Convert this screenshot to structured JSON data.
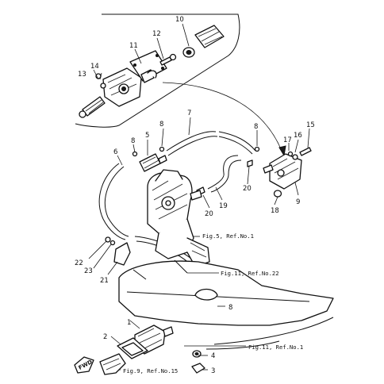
{
  "part_numbers": [
    "1",
    "2",
    "3",
    "4",
    "5",
    "6",
    "7",
    "8",
    "8",
    "8",
    "9",
    "10",
    "11",
    "12",
    "13",
    "14",
    "15",
    "16",
    "17",
    "18",
    "19",
    "20",
    "20",
    "21",
    "22",
    "23"
  ],
  "references": [
    "Fig.5, Ref.No.1",
    "Fig.11, Ref.No.22",
    "Fig.11, Ref.No.1",
    "Fig.9, Ref.No.15"
  ],
  "direction_label": "FWD"
}
